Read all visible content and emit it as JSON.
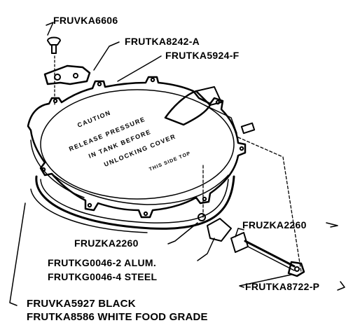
{
  "diagram": {
    "callouts": {
      "rivet": "FRUVKA6606",
      "clip": "FRUTKA8242-A",
      "lid": "FRUTKA5924-F",
      "washer_left": "FRUZKA2260",
      "washer_right": "FRUZKA2260",
      "bushing_alum": "FRUTKG0046-2 ALUM.",
      "bushing_steel": "FRUTKG0046-4 STEEL",
      "bolt": "FRUTKA8722-P",
      "gasket_black": "FRUVKA5927 BLACK",
      "gasket_white": "FRUTKA8586 WHITE FOOD GRADE"
    },
    "lid_text": {
      "line1": "CAUTION",
      "line2": "RELEASE PRESSURE",
      "line3": "IN TANK BEFORE",
      "line4": "UNLOCKING COVER",
      "line5": "THIS SIDE TOP"
    },
    "colors": {
      "ink": "#000000",
      "paper": "#ffffff"
    }
  }
}
